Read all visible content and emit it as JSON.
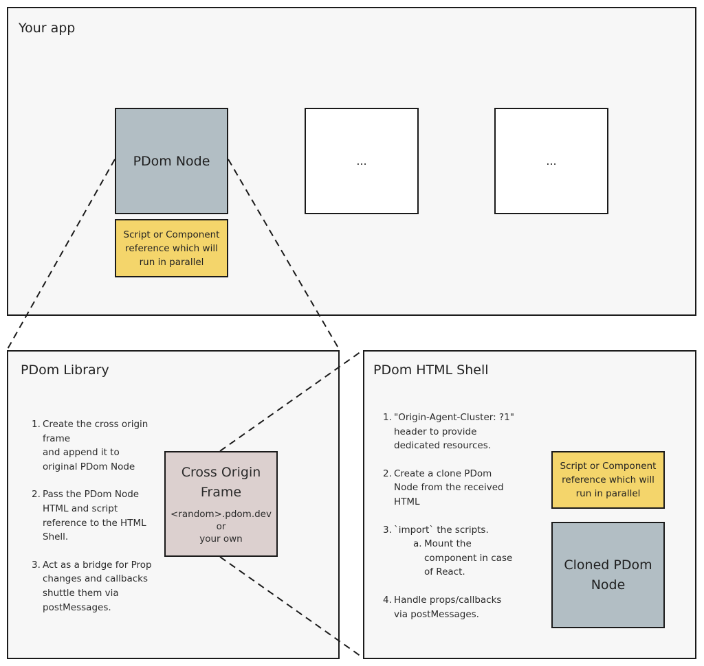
{
  "app": {
    "title": "Your app",
    "pdom_node": "PDom Node",
    "script_note": "Script or Component reference which will run in parallel",
    "placeholder_1": "...",
    "placeholder_2": "..."
  },
  "library": {
    "title": "PDom Library",
    "steps": [
      {
        "num": "1.",
        "lines": [
          "Create the cross origin",
          "frame",
          "and append it to",
          "original PDom Node"
        ]
      },
      {
        "num": "2.",
        "lines": [
          "Pass the PDom Node",
          "HTML and script",
          "reference to the HTML",
          "Shell."
        ]
      },
      {
        "num": "3.",
        "lines": [
          "Act as a bridge for Prop",
          "changes and callbacks",
          "shuttle them via",
          "postMessages."
        ]
      }
    ],
    "frame": {
      "title_lines": [
        "Cross Origin",
        "Frame"
      ],
      "sub_lines": [
        "<random>.pdom.dev",
        "or",
        "your own"
      ]
    }
  },
  "shell": {
    "title": "PDom HTML Shell",
    "steps": [
      {
        "num": "1.",
        "lines": [
          "\"Origin-Agent-Cluster: ?1\"",
          "header to provide",
          "dedicated resources."
        ]
      },
      {
        "num": "2.",
        "lines": [
          "Create a clone PDom",
          "Node from the received",
          "HTML"
        ]
      },
      {
        "num": "3.",
        "lines": [
          "`import` the scripts."
        ],
        "sub": {
          "num": "a.",
          "lines": [
            "Mount the",
            "component in case",
            "of React."
          ]
        }
      },
      {
        "num": "4.",
        "lines": [
          "Handle props/callbacks",
          "via postMessages."
        ]
      }
    ],
    "script_note": "Script or Component reference which will run in parallel",
    "cloned_node": "Cloned PDom Node"
  },
  "colors": {
    "node_fill": "#b2bec4",
    "note_fill": "#f4d56b",
    "frame_fill": "#dcd0cf",
    "panel_fill": "#f7f7f7",
    "border": "#1a1a1a"
  }
}
